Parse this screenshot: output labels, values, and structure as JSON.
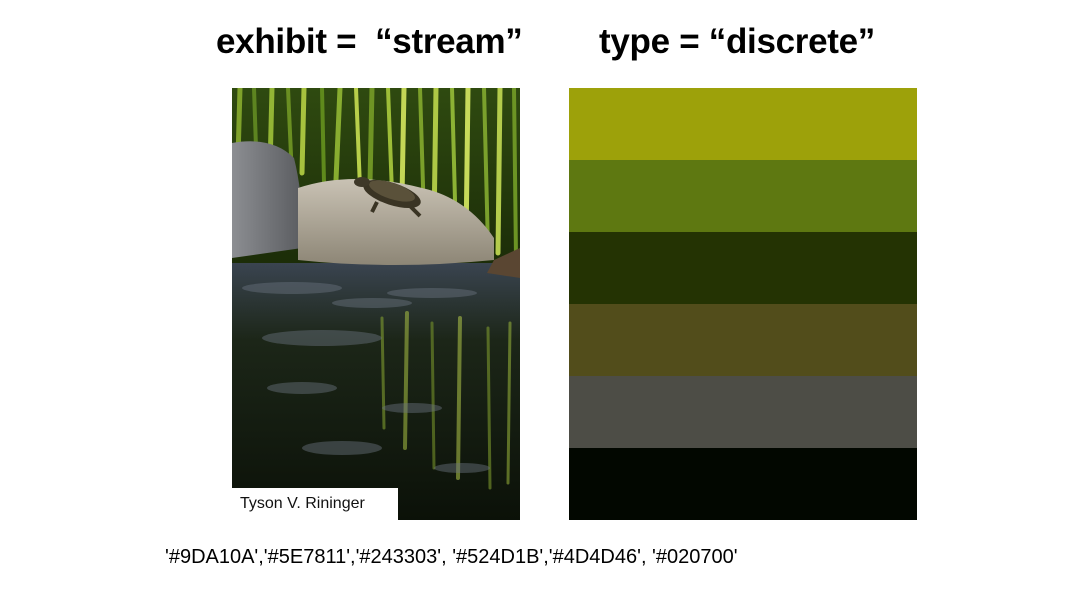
{
  "slide": {
    "left_heading": "exhibit =  “stream”",
    "right_heading": "type = “discrete”",
    "photo_credit": "Tyson V. Rininger",
    "photo_subject": "turtle basking on a rock by a stream with reeds",
    "palette_colors": [
      "#9DA10A",
      "#5E7811",
      "#243303",
      "#524D1B",
      "#4D4D46",
      "#020700"
    ],
    "hex_codes_line": "'#9DA10A','#5E7811','#243303', '#524D1B','#4D4D46', '#020700'"
  }
}
